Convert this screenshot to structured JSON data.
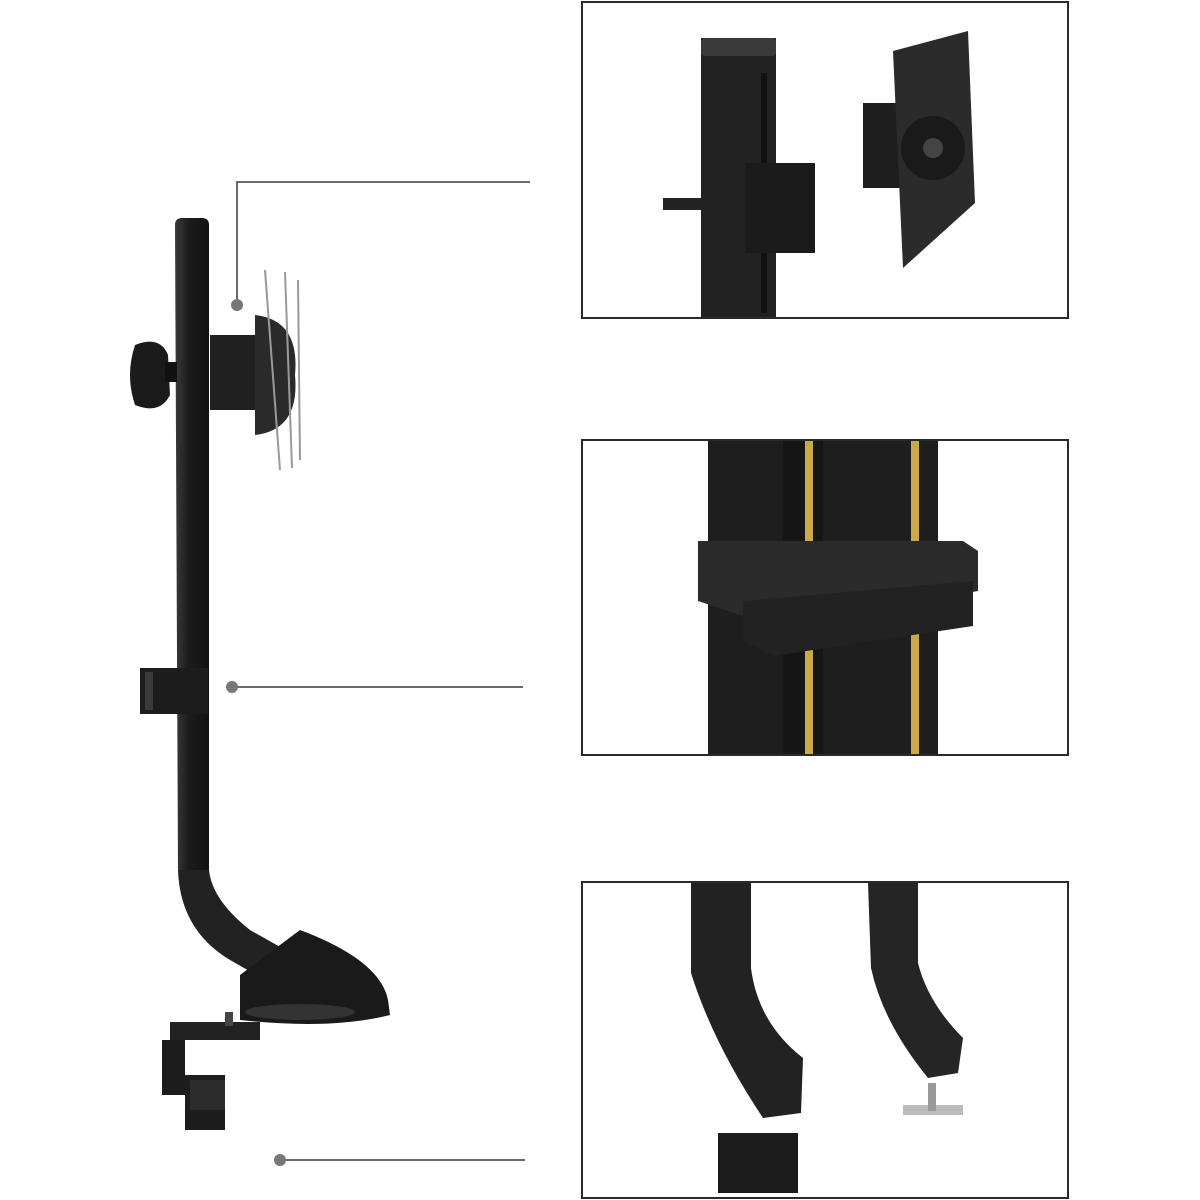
{
  "product": {
    "name": "",
    "colors": {
      "metal": "#1f1f1f",
      "metal_highlight": "#4a4a4a",
      "leader_line": "#6b6b6b",
      "panel_border": "#2a2a2a",
      "cable": "#c9a94a"
    }
  },
  "callouts": [
    {
      "target": "vesa-mount-detail"
    },
    {
      "target": "cable-clip-detail"
    },
    {
      "target": "desk-clamp-detail"
    }
  ],
  "panels": [
    {
      "id": "vesa-mount"
    },
    {
      "id": "cable-management"
    },
    {
      "id": "clamp-and-grommet"
    }
  ]
}
